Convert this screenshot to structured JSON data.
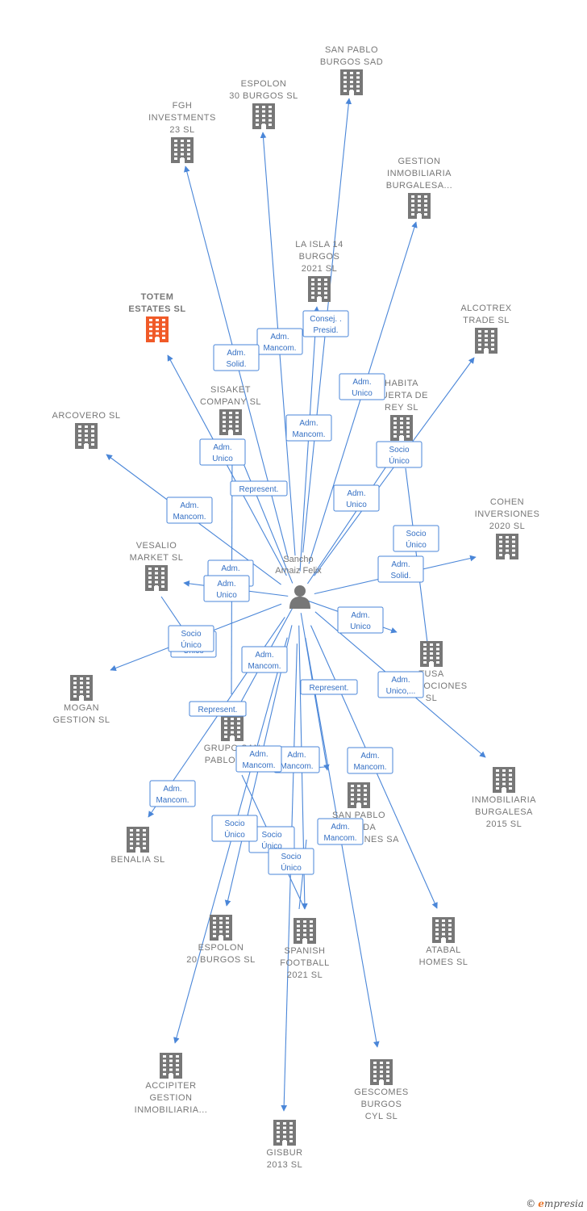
{
  "center": {
    "name_lines": [
      "Sancho",
      "Arnaiz Felix"
    ],
    "icon": "person-icon"
  },
  "colors": {
    "edge": "#4a86d8",
    "edge_text": "#3570c4",
    "building": "#777777",
    "highlight": "#f05a28"
  },
  "nodes": [
    {
      "id": "san-pablo-burgos-sad",
      "label": [
        "SAN PABLO",
        "BURGOS SAD"
      ],
      "highlight": false
    },
    {
      "id": "espolon-30-burgos",
      "label": [
        "ESPOLON",
        "30 BURGOS  SL"
      ],
      "highlight": false
    },
    {
      "id": "fgh-investments-23",
      "label": [
        "FGH",
        "INVESTMENTS",
        "23  SL"
      ],
      "highlight": false
    },
    {
      "id": "gestion-inmobiliaria-burgalesa",
      "label": [
        "GESTION",
        "INMOBILIARIA",
        "BURGALESA..."
      ],
      "highlight": false
    },
    {
      "id": "la-isla-14-burgos",
      "label": [
        "LA ISLA 14",
        "BURGOS",
        "2021  SL"
      ],
      "highlight": false
    },
    {
      "id": "totem-estates",
      "label": [
        "TOTEM",
        "ESTATES  SL"
      ],
      "highlight": true
    },
    {
      "id": "alcotrex-trade",
      "label": [
        "ALCOTREX",
        "TRADE  SL"
      ],
      "highlight": false
    },
    {
      "id": "sisaket-company",
      "label": [
        "SISAKET",
        "COMPANY  SL"
      ],
      "highlight": false
    },
    {
      "id": "habita-puerta-de-rey",
      "label": [
        "HABITA",
        "PUERTA DE",
        "REY SL"
      ],
      "highlight": false
    },
    {
      "id": "arcovero",
      "label": [
        "ARCOVERO  SL"
      ],
      "highlight": false
    },
    {
      "id": "cohen-inversiones-2020",
      "label": [
        "COHEN",
        "INVERSIONES",
        "2020  SL"
      ],
      "highlight": false
    },
    {
      "id": "vesalio-market",
      "label": [
        "VESALIO",
        "MARKET  SL"
      ],
      "highlight": false
    },
    {
      "id": "tusa-promociones",
      "label": [
        "TUSA",
        "PROMOCIONES",
        "SL"
      ],
      "highlight": false
    },
    {
      "id": "mogan-gestion",
      "label": [
        "MOGAN",
        "GESTION  SL"
      ],
      "highlight": false
    },
    {
      "id": "grupo-san-pablo-2000",
      "label": [
        "GRUPO SAN",
        "PABLO 2000"
      ],
      "highlight": false
    },
    {
      "id": "inmobiliaria-burgalesa-2015",
      "label": [
        "INMOBILIARIA",
        "BURGALESA",
        "2015  SL"
      ],
      "highlight": false
    },
    {
      "id": "benalia",
      "label": [
        "BENALIA  SL"
      ],
      "highlight": false
    },
    {
      "id": "san-pablo-inversiones",
      "label": [
        "SAN PABLO",
        "CALIDA",
        "INVERSIONES SA"
      ],
      "highlight": false
    },
    {
      "id": "espolon-20-burgos",
      "label": [
        "ESPOLON",
        "20 BURGOS  SL"
      ],
      "highlight": false
    },
    {
      "id": "spanish-football-2021",
      "label": [
        "SPANISH",
        "FOOTBALL",
        "2021  SL"
      ],
      "highlight": false
    },
    {
      "id": "atabal-homes",
      "label": [
        "ATABAL",
        "HOMES  SL"
      ],
      "highlight": false
    },
    {
      "id": "accipiter-gestion",
      "label": [
        "ACCIPITER",
        "GESTION",
        "INMOBILIARIA..."
      ],
      "highlight": false
    },
    {
      "id": "gescomes-burgos-cyl",
      "label": [
        "GESCOMES",
        "BURGOS",
        "CYL SL"
      ],
      "highlight": false
    },
    {
      "id": "gisbur-2013",
      "label": [
        "GISBUR",
        "2013  SL"
      ],
      "highlight": false
    }
  ],
  "edges": [
    {
      "target": "san-pablo-burgos-sad",
      "label": [
        "Consej. .",
        "Presid."
      ]
    },
    {
      "target": "espolon-30-burgos",
      "label": [
        "Adm.",
        "Mancom."
      ]
    },
    {
      "target": "fgh-investments-23",
      "label": [
        "Adm.",
        "Solid."
      ]
    },
    {
      "target": "gestion-inmobiliaria-burgalesa",
      "label": [
        "Adm.",
        "Unico"
      ]
    },
    {
      "target": "la-isla-14-burgos",
      "label": [
        "Adm.",
        "Mancom."
      ]
    },
    {
      "target": "totem-estates",
      "label": [
        "Adm.",
        "Unico"
      ]
    },
    {
      "target": "alcotrex-trade",
      "label": [
        "Socio",
        "Único"
      ]
    },
    {
      "target": "sisaket-company",
      "label": [
        "Represent."
      ]
    },
    {
      "target": "habita-puerta-de-rey",
      "label": [
        "Adm.",
        "Unico"
      ]
    },
    {
      "target": "arcovero",
      "label": [
        "Adm.",
        "Mancom."
      ]
    },
    {
      "target": "cohen-inversiones-2020",
      "label": [
        "Adm.",
        "Solid."
      ]
    },
    {
      "target": "vesalio-market",
      "label": [
        "Adm.",
        "Solid."
      ]
    },
    {
      "target": "tusa-promociones",
      "label": [
        "Adm.",
        "Unico"
      ]
    },
    {
      "target": "mogan-gestion",
      "label": [
        "Socio",
        "Único"
      ]
    },
    {
      "target": "grupo-san-pablo-2000",
      "label": [
        "Represent."
      ]
    },
    {
      "target": "inmobiliaria-burgalesa-2015",
      "label": [
        "Adm.",
        "Unico,..."
      ]
    },
    {
      "target": "benalia",
      "label": [
        "Adm.",
        "Mancom."
      ]
    },
    {
      "target": "san-pablo-inversiones",
      "label": [
        "Adm.",
        "Mancom."
      ]
    },
    {
      "target": "espolon-20-burgos",
      "label": [
        "Adm.",
        "Mancom."
      ]
    },
    {
      "target": "spanish-football-2021",
      "label": [
        "Socio",
        "Único"
      ]
    },
    {
      "target": "atabal-homes",
      "label": [
        "Adm.",
        "Mancom."
      ]
    },
    {
      "target": "accipiter-gestion",
      "label": [
        "Represent."
      ]
    },
    {
      "target": "gescomes-burgos-cyl",
      "label": [
        "Adm.",
        "Mancom."
      ]
    },
    {
      "target": "gisbur-2013",
      "label": [
        "Socio",
        "Único"
      ]
    }
  ],
  "extra_labels": [
    {
      "label": [
        "Socio",
        "Único"
      ]
    },
    {
      "label": [
        "Adm.",
        "Unico"
      ]
    },
    {
      "label": [
        "Socio",
        "Único"
      ]
    },
    {
      "label": [
        "Adm.",
        "Mancom."
      ]
    },
    {
      "label": [
        "Adm.",
        "Mancom."
      ]
    },
    {
      "label": [
        "Socio",
        "Único"
      ]
    },
    {
      "label": [
        "Represent."
      ]
    }
  ],
  "brand": {
    "copyright": "©",
    "first_letter": "e",
    "rest": "mpresia"
  }
}
